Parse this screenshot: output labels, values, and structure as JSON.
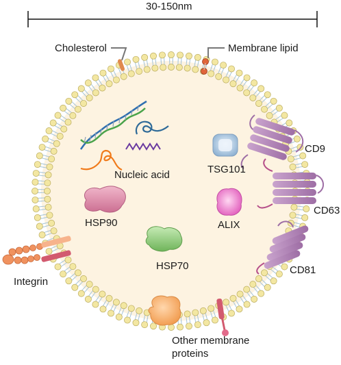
{
  "scale": {
    "label": "30-150nm"
  },
  "labels": {
    "cholesterol": "Cholesterol",
    "membrane_lipid": "Membrane lipid",
    "nucleic_acid": "Nucleic acid",
    "tsg101": "TSG101",
    "hsp90": "HSP90",
    "alix": "ALIX",
    "hsp70": "HSP70",
    "cd9": "CD9",
    "cd63": "CD63",
    "cd81": "CD81",
    "integrin": "Integrin",
    "other_membrane_proteins_line1": "Other membrane",
    "other_membrane_proteins_line2": "proteins"
  },
  "colors": {
    "lumen": "#fdf3e1",
    "lipid_head": "#f3e7a2",
    "lipid_head_edge": "#b9ab5e",
    "lipid_tail": "#a9c6d8",
    "tetraspanin": "#b98bbd",
    "hsp90": "#d98aa6",
    "hsp70": "#8fcc7a",
    "alix": "#f08ad0",
    "tsg101": "#a7c3dc",
    "integrin": "#f2a36e",
    "other_protein": "#f7b373",
    "cholesterol": "#e08a4e",
    "lipid_marker": "#e0653a"
  }
}
